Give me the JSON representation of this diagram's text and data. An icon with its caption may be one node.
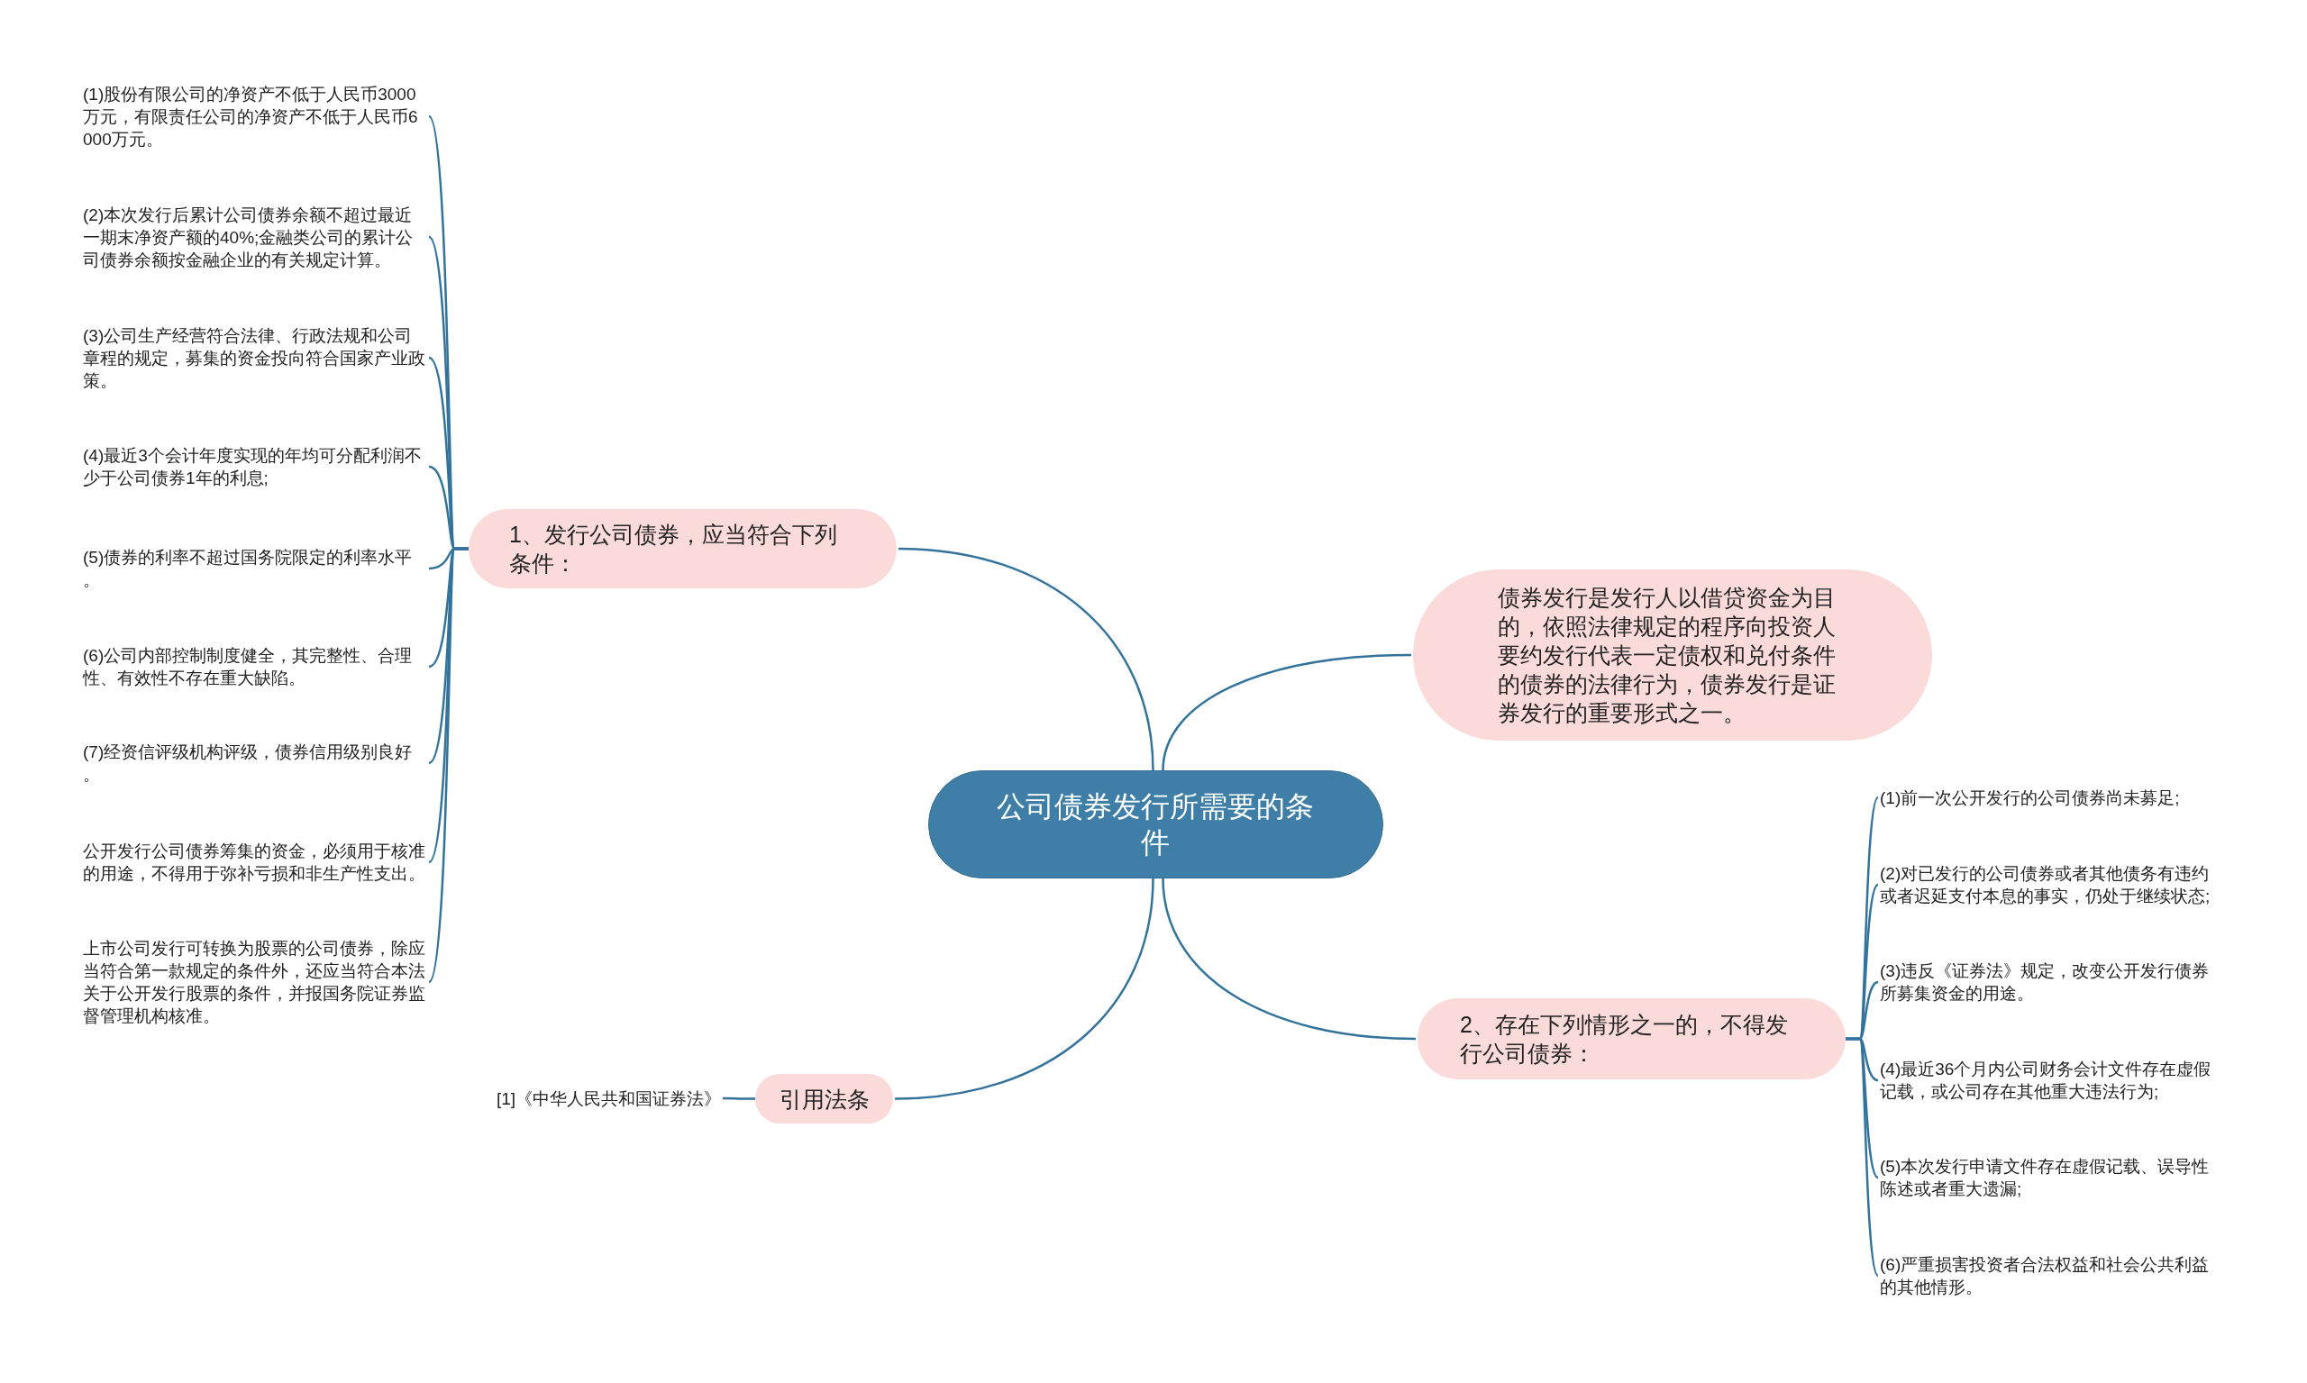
{
  "diagram": {
    "nodes": [
      {
        "text": [
          "公司债券发行所需要的条件"
        ]
      },
      {
        "text": [
          "1、发行公司债券，应当符合下列条件："
        ]
      },
      {
        "text": [
          "(1)股份有限公司的净资产不低于人民币3000万元，有限责任公司的净资产不低于人民币6000万元。"
        ]
      },
      {
        "text": [
          "(2)本次发行后累计公司债券余额不超过最近一期末净资产额的40%;金融类公司的累计公司债券余额按金融企业的有关规定计算。"
        ]
      },
      {
        "text": [
          "(3)公司生产经营符合法律、行政法规和公司章程的规定，募集的资金投向符合国家产业政策。"
        ]
      },
      {
        "text": [
          "(4)最近3个会计年度实现的年均可分配利润不少于公司债券1年的利息;"
        ]
      },
      {
        "text": [
          "(5)债券的利率不超过国务院限定的利率水平。"
        ]
      },
      {
        "text": [
          "(6)公司内部控制制度健全，其完整性、合理性、有效性不存在重大缺陷。"
        ]
      },
      {
        "text": [
          "(7)经资信评级机构评级，债券信用级别良好。"
        ]
      },
      {
        "text": [
          "公开发行公司债券筹集的资金，必须用于核准的用途，不得用于弥补亏损和非生产性支出。"
        ]
      },
      {
        "text": [
          "上市公司发行可转换为股票的公司债券，除应当符合第一款规定的条件外，还应当符合本法关于公开发行股票的条件，并报国务院证券监督管理机构核准。"
        ]
      },
      {
        "text": [
          "债券发行是发行人以借贷资金为目的，依照法律规定的程序向投资人要约发行代表一定债权和兑付条件的债券的法律行为，债券发行是证券发行的重要形式之一。"
        ]
      },
      {
        "text": [
          "2、存在下列情形之一的，不得发行公司债券："
        ]
      },
      {
        "text": [
          "(1)前一次公开发行的公司债券尚未募足;"
        ]
      },
      {
        "text": [
          "(2)对已发行的公司债券或者其他债务有违约或者迟延支付本息的事实，仍处于继续状态;"
        ]
      },
      {
        "text": [
          "(3)违反《证券法》规定，改变公开发行债券所募集资金的用途。"
        ]
      },
      {
        "text": [
          "(4)最近36个月内公司财务会计文件存在虚假记载，或公司存在其他重大违法行为;"
        ]
      },
      {
        "text": [
          "(5)本次发行申请文件存在虚假记载、误导性陈述或者重大遗漏;"
        ]
      },
      {
        "text": [
          "(6)严重损害投资者合法权益和社会公共利益的其他情形。"
        ]
      },
      {
        "text": [
          "引用法条"
        ]
      },
      {
        "text": [
          "[1]《中华人民共和国证券法》"
        ]
      }
    ],
    "edges": [
      {
        "from": 0,
        "to": 1,
        "arrow": "none"
      },
      {
        "from": 1,
        "to": 2,
        "arrow": "none"
      },
      {
        "from": 1,
        "to": 3,
        "arrow": "none"
      },
      {
        "from": 1,
        "to": 4,
        "arrow": "none"
      },
      {
        "from": 1,
        "to": 5,
        "arrow": "none"
      },
      {
        "from": 1,
        "to": 6,
        "arrow": "none"
      },
      {
        "from": 1,
        "to": 7,
        "arrow": "none"
      },
      {
        "from": 1,
        "to": 8,
        "arrow": "none"
      },
      {
        "from": 1,
        "to": 9,
        "arrow": "none"
      },
      {
        "from": 1,
        "to": 10,
        "arrow": "none"
      },
      {
        "from": 0,
        "to": 11,
        "arrow": "none"
      },
      {
        "from": 0,
        "to": 12,
        "arrow": "none"
      },
      {
        "from": 12,
        "to": 13,
        "arrow": "none"
      },
      {
        "from": 12,
        "to": 14,
        "arrow": "none"
      },
      {
        "from": 12,
        "to": 15,
        "arrow": "none"
      },
      {
        "from": 12,
        "to": 16,
        "arrow": "none"
      },
      {
        "from": 12,
        "to": 17,
        "arrow": "none"
      },
      {
        "from": 12,
        "to": 18,
        "arrow": "none"
      },
      {
        "from": 0,
        "to": 19,
        "arrow": "none"
      },
      {
        "from": 19,
        "to": 20,
        "arrow": "none"
      }
    ]
  }
}
